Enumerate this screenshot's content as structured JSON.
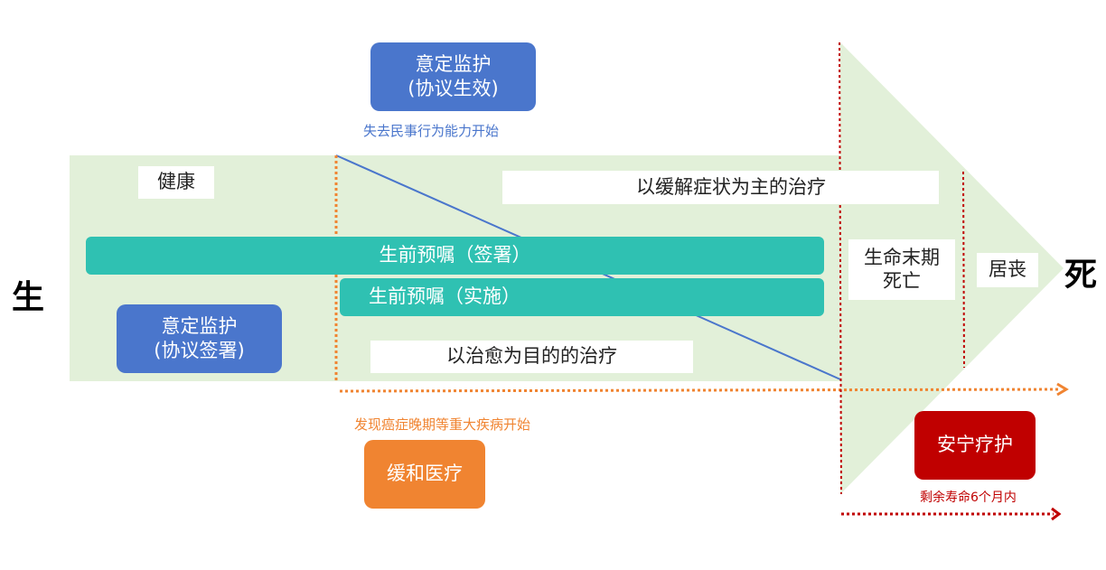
{
  "endpoints": {
    "birth": "生",
    "death": "死"
  },
  "top_box": {
    "line1": "意定监护",
    "line2": "(协议生效)",
    "caption": "失去民事行为能力开始"
  },
  "health_label": "健康",
  "symptom_relief_label": "以缓解症状为主的治疗",
  "living_will_signing": "生前预嘱（签署）",
  "living_will_execution": "生前预嘱（实施）",
  "guardianship_signing": {
    "line1": "意定监护",
    "line2": "(协议签署)"
  },
  "curative_label": "以治愈为目的的治疗",
  "end_of_life": {
    "line1": "生命末期",
    "line2": "死亡"
  },
  "bereavement": "居丧",
  "palliative": {
    "label": "缓和医疗",
    "caption": "发现癌症晚期等重大疾病开始"
  },
  "hospice": {
    "label": "安宁疗护",
    "caption": "剩余寿命6个月内"
  },
  "colors": {
    "arrow_fill": "#e2f0d9",
    "teal": "#2fc1b2",
    "blue": "#4a76cc",
    "orange": "#f08431",
    "red": "#c00000",
    "blue_caption": "#4a76cc",
    "orange_caption": "#f08431",
    "red_caption": "#c00000"
  }
}
